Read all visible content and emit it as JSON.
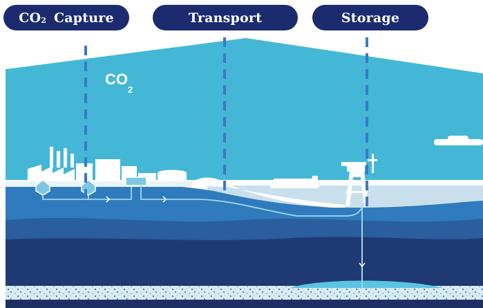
{
  "stages": [
    {
      "label": "CO",
      "subscript": "2",
      "suffix": " Capture"
    },
    {
      "label": "Transport"
    },
    {
      "label": "Storage"
    }
  ],
  "gas_label": {
    "text": "CO",
    "subscript": "2"
  },
  "colors": {
    "pill": "#1c2b6e",
    "sky": "#44b7d6",
    "sea_surface": "#2f7bbd",
    "layer_mid": "#2a5e9e",
    "layer_dark": "#1f3a73",
    "layer_deep": "#1d2f63",
    "storage_rock": "#cfe6f0",
    "co2_plume": "#5cc3e2",
    "dashed_line": "#3a78c9"
  }
}
